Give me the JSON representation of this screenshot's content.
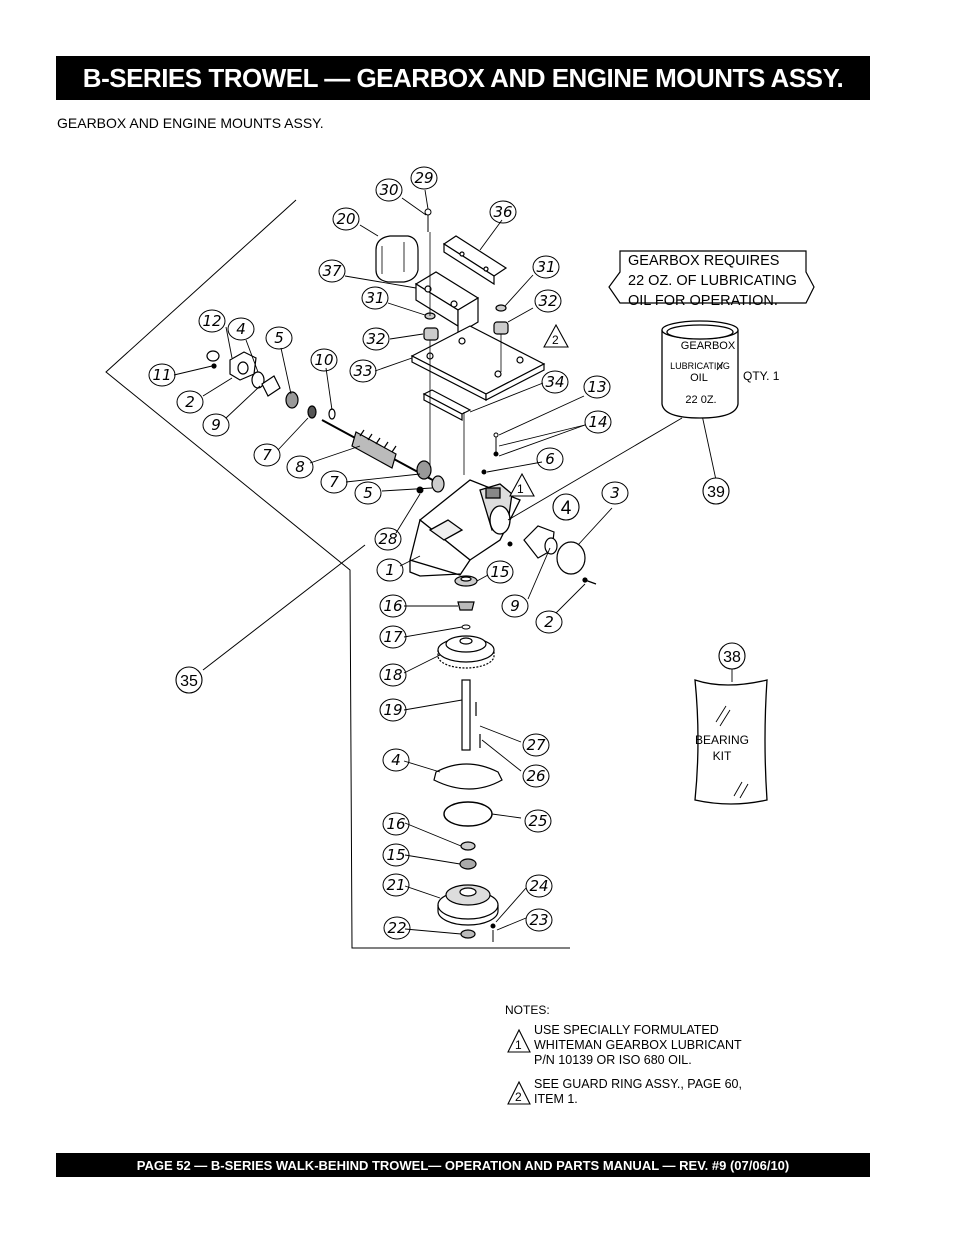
{
  "header": {
    "title": "B-SERIES TROWEL — GEARBOX AND ENGINE MOUNTS ASSY."
  },
  "subtitle": "GEARBOX AND ENGINE MOUNTS ASSY.",
  "gearbox_note": {
    "line1": "GEARBOX REQUIRES",
    "line2": "22 OZ. OF LUBRICATING",
    "line3": "OIL FOR OPERATION."
  },
  "oil_can": {
    "label_top": "GEARBOX",
    "label_mid": "LUBRICATING",
    "label_oil": "OIL",
    "label_size": "22 0Z.",
    "qty": "QTY. 1"
  },
  "bearing_kit": {
    "line1": "BEARING",
    "line2": "KIT"
  },
  "callouts": {
    "c1": "1",
    "c2": "2",
    "c3": "3",
    "c4": "4",
    "c5": "5",
    "c6": "6",
    "c7": "7",
    "c8": "8",
    "c9": "9",
    "c10": "10",
    "c11": "11",
    "c12": "12",
    "c13": "13",
    "c14": "14",
    "c15": "15",
    "c16": "16",
    "c17": "17",
    "c18": "18",
    "c19": "19",
    "c20": "20",
    "c21": "21",
    "c22": "22",
    "c23": "23",
    "c24": "24",
    "c25": "25",
    "c26": "26",
    "c27": "27",
    "c28": "28",
    "c29": "29",
    "c30": "30",
    "c31": "31",
    "c32": "32",
    "c33": "33",
    "c34": "34",
    "c35": "35",
    "c36": "36",
    "c37": "37",
    "c38": "38",
    "c39": "39"
  },
  "notes": {
    "heading": "NOTES:",
    "note1_num": "1",
    "note1_l1": "USE SPECIALLY FORMULATED",
    "note1_l2": "WHITEMAN GEARBOX LUBRICANT",
    "note1_l3": "P/N 10139 OR ISO 680 OIL.",
    "note2_num": "2",
    "note2_l1": "SEE GUARD RING ASSY., PAGE 60,",
    "note2_l2": "ITEM 1."
  },
  "footer": "PAGE 52 — B-SERIES  WALK-BEHIND TROWEL— OPERATION AND PARTS MANUAL — REV. #9 (07/06/10)"
}
